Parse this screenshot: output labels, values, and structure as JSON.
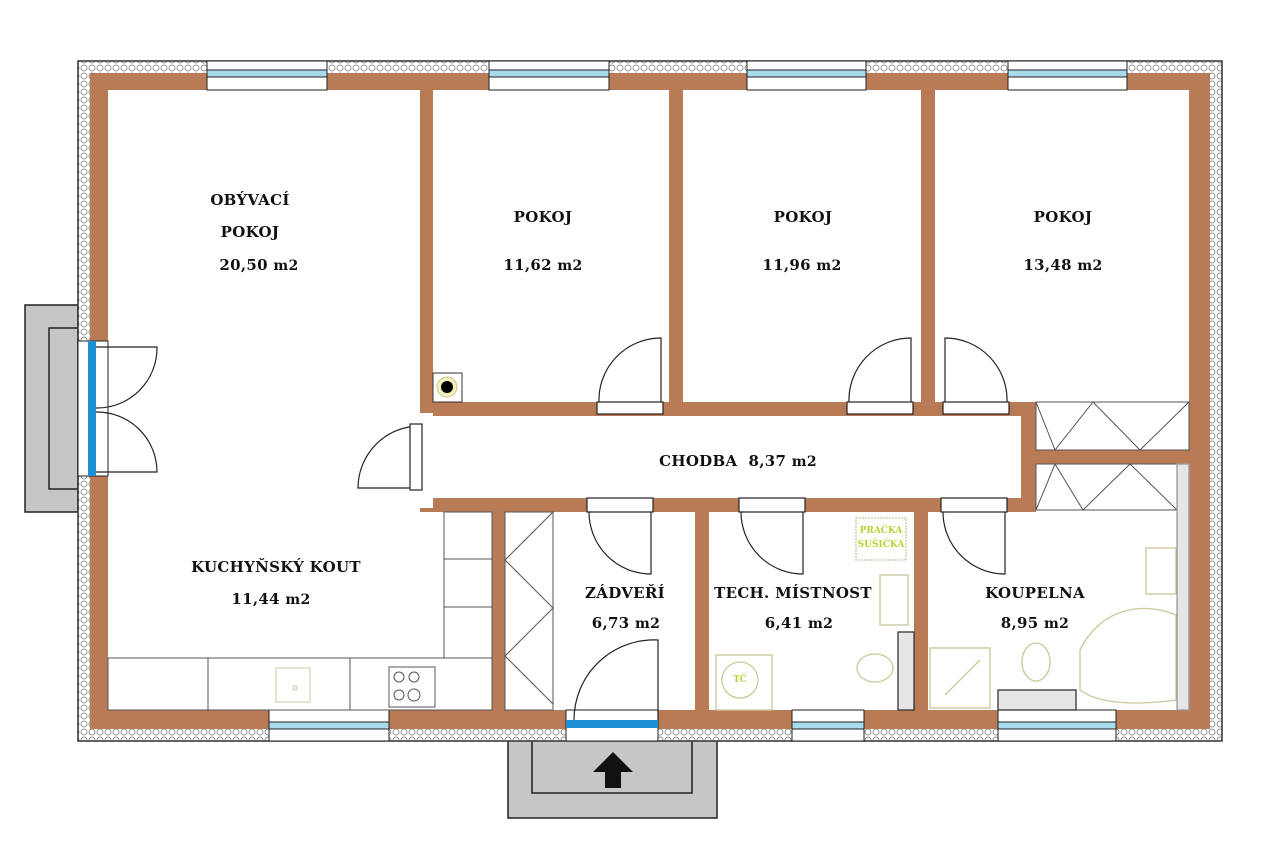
{
  "plan": {
    "colors": {
      "wall": "#b97a56",
      "insulation": "#ffffff",
      "window_glass": "#a8dcec",
      "door_glass": "#1e90d6",
      "terrace": "#c6c6c6",
      "fixture_line": "#c9c79a",
      "label_green": "#b5d334"
    },
    "rooms": [
      {
        "id": "obyvaci-pokoj",
        "name_line1": "OBÝVACÍ",
        "name_line2": "POKOJ",
        "area": "20,50",
        "unit": "m2"
      },
      {
        "id": "pokoj-1",
        "name": "POKOJ",
        "area": "11,62",
        "unit": "m2"
      },
      {
        "id": "pokoj-2",
        "name": "POKOJ",
        "area": "11,96",
        "unit": "m2"
      },
      {
        "id": "pokoj-3",
        "name": "POKOJ",
        "area": "13,48",
        "unit": "m2"
      },
      {
        "id": "chodba",
        "name": "CHODBA",
        "area": "8,37",
        "unit": "m2"
      },
      {
        "id": "kuchynsky-kout",
        "name": "KUCHYŇSKÝ KOUT",
        "area": "11,44",
        "unit": "m2"
      },
      {
        "id": "zadveri",
        "name": "ZÁDVEŘÍ",
        "area": "6,73",
        "unit": "m2"
      },
      {
        "id": "tech-mistnost",
        "name": "TECH. MÍSTNOST",
        "area": "6,41",
        "unit": "m2"
      },
      {
        "id": "koupelna",
        "name": "KOUPELNA",
        "area": "8,95",
        "unit": "m2"
      }
    ],
    "fixtures": {
      "washer_line1": "PRAČKA",
      "washer_line2": "SUŠIČKA",
      "heat_pump": "TČ"
    },
    "entrance_arrow": "entrance-arrow-icon"
  }
}
